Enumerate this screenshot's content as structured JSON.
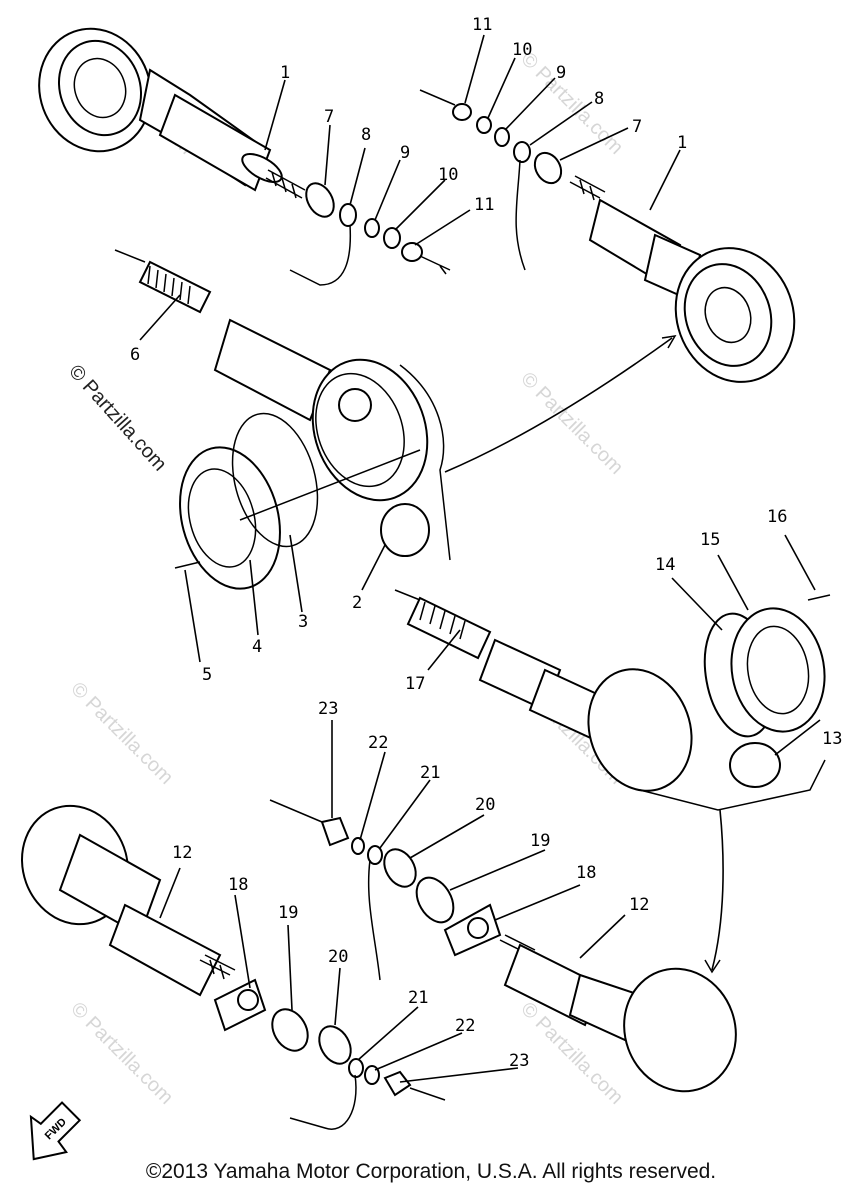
{
  "copyright": "©2013 Yamaha Motor Corporation, U.S.A. All rights reserved.",
  "watermark": {
    "text": "© Partzilla.com",
    "side_text": "© Partzilla.com"
  },
  "fwd_label": "FWD",
  "callouts": {
    "c1a": "1",
    "c1b": "1",
    "c2": "2",
    "c3": "3",
    "c4": "4",
    "c5": "5",
    "c6": "6",
    "c7a": "7",
    "c7b": "7",
    "c8a": "8",
    "c8b": "8",
    "c9a": "9",
    "c9b": "9",
    "c10a": "10",
    "c10b": "10",
    "c11a": "11",
    "c11b": "11",
    "c12a": "12",
    "c12b": "12",
    "c13": "13",
    "c14": "14",
    "c15": "15",
    "c16": "16",
    "c17": "17",
    "c18a": "18",
    "c18b": "18",
    "c19a": "19",
    "c19b": "19",
    "c20a": "20",
    "c20b": "20",
    "c21a": "21",
    "c21b": "21",
    "c22a": "22",
    "c22b": "22",
    "c23a": "23",
    "c23b": "23"
  }
}
